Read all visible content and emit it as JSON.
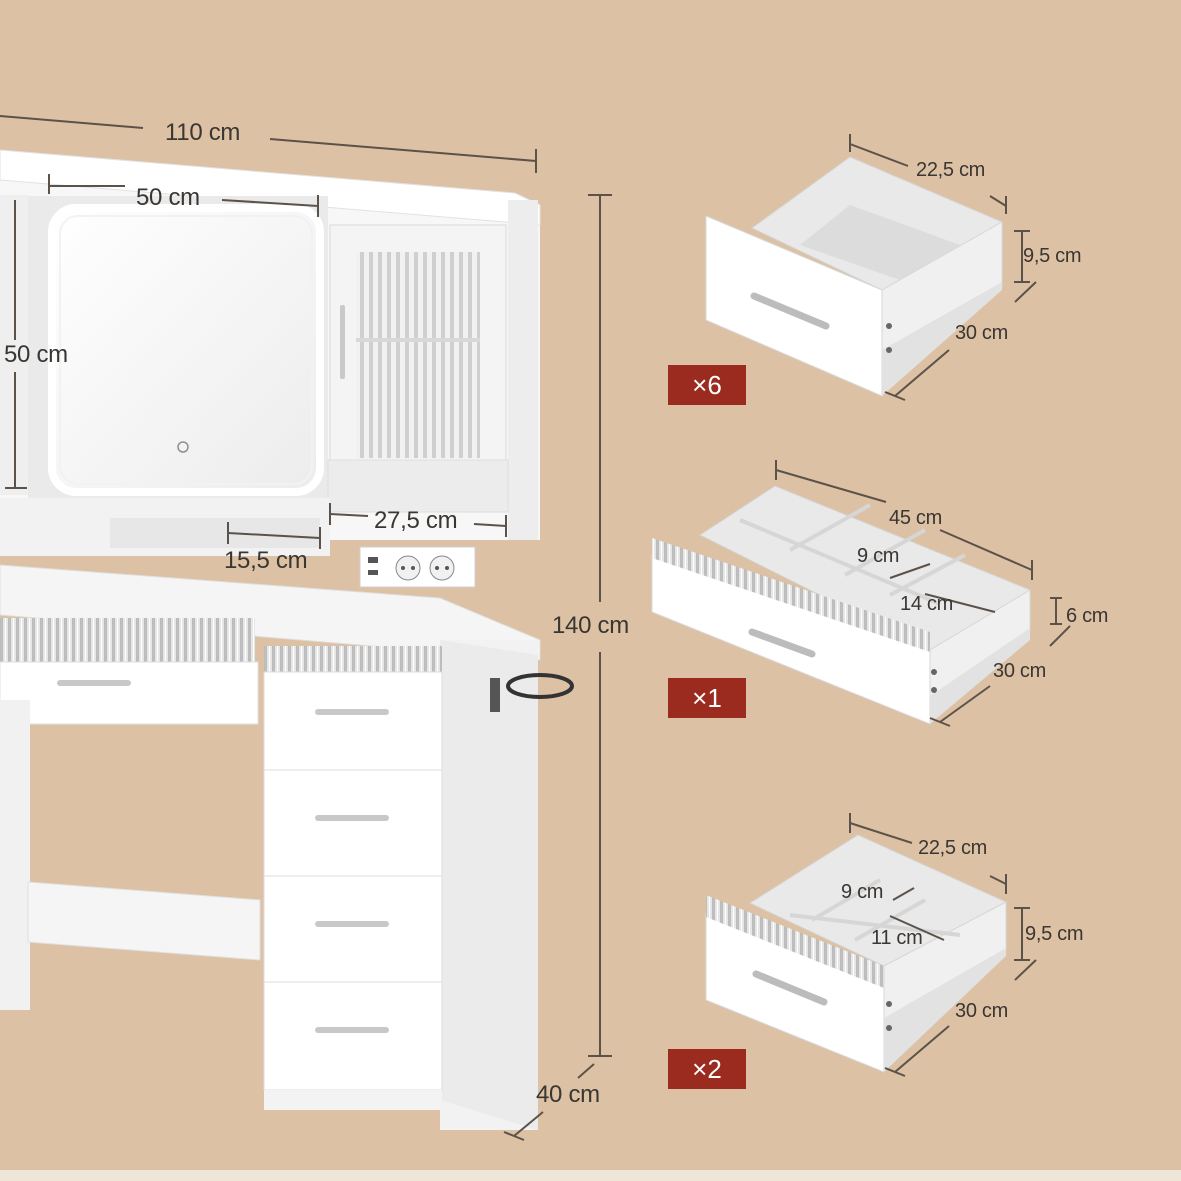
{
  "colors": {
    "background": "#dcc1a4",
    "dimension_line": "#5b5249",
    "badge": "#9b2a1f",
    "furniture": "#ffffff"
  },
  "vanity": {
    "width_label": "110 cm",
    "height_label": "140 cm",
    "depth_label": "40 cm",
    "mirror_width_label": "50 cm",
    "mirror_height_label": "50 cm",
    "cabinet_width_label": "27,5 cm",
    "niche_width_label": "15,5 cm"
  },
  "drawers": [
    {
      "count_label": "×6",
      "width_label": "22,5 cm",
      "height_label": "9,5 cm",
      "depth_label": "30 cm"
    },
    {
      "count_label": "×1",
      "width_label": "45 cm",
      "height_label": "6 cm",
      "depth_label": "30 cm",
      "compartment_label_a": "9 cm",
      "compartment_label_b": "14 cm"
    },
    {
      "count_label": "×2",
      "width_label": "22,5 cm",
      "height_label": "9,5 cm",
      "depth_label": "30 cm",
      "compartment_label_a": "9 cm",
      "compartment_label_b": "11 cm"
    }
  ]
}
